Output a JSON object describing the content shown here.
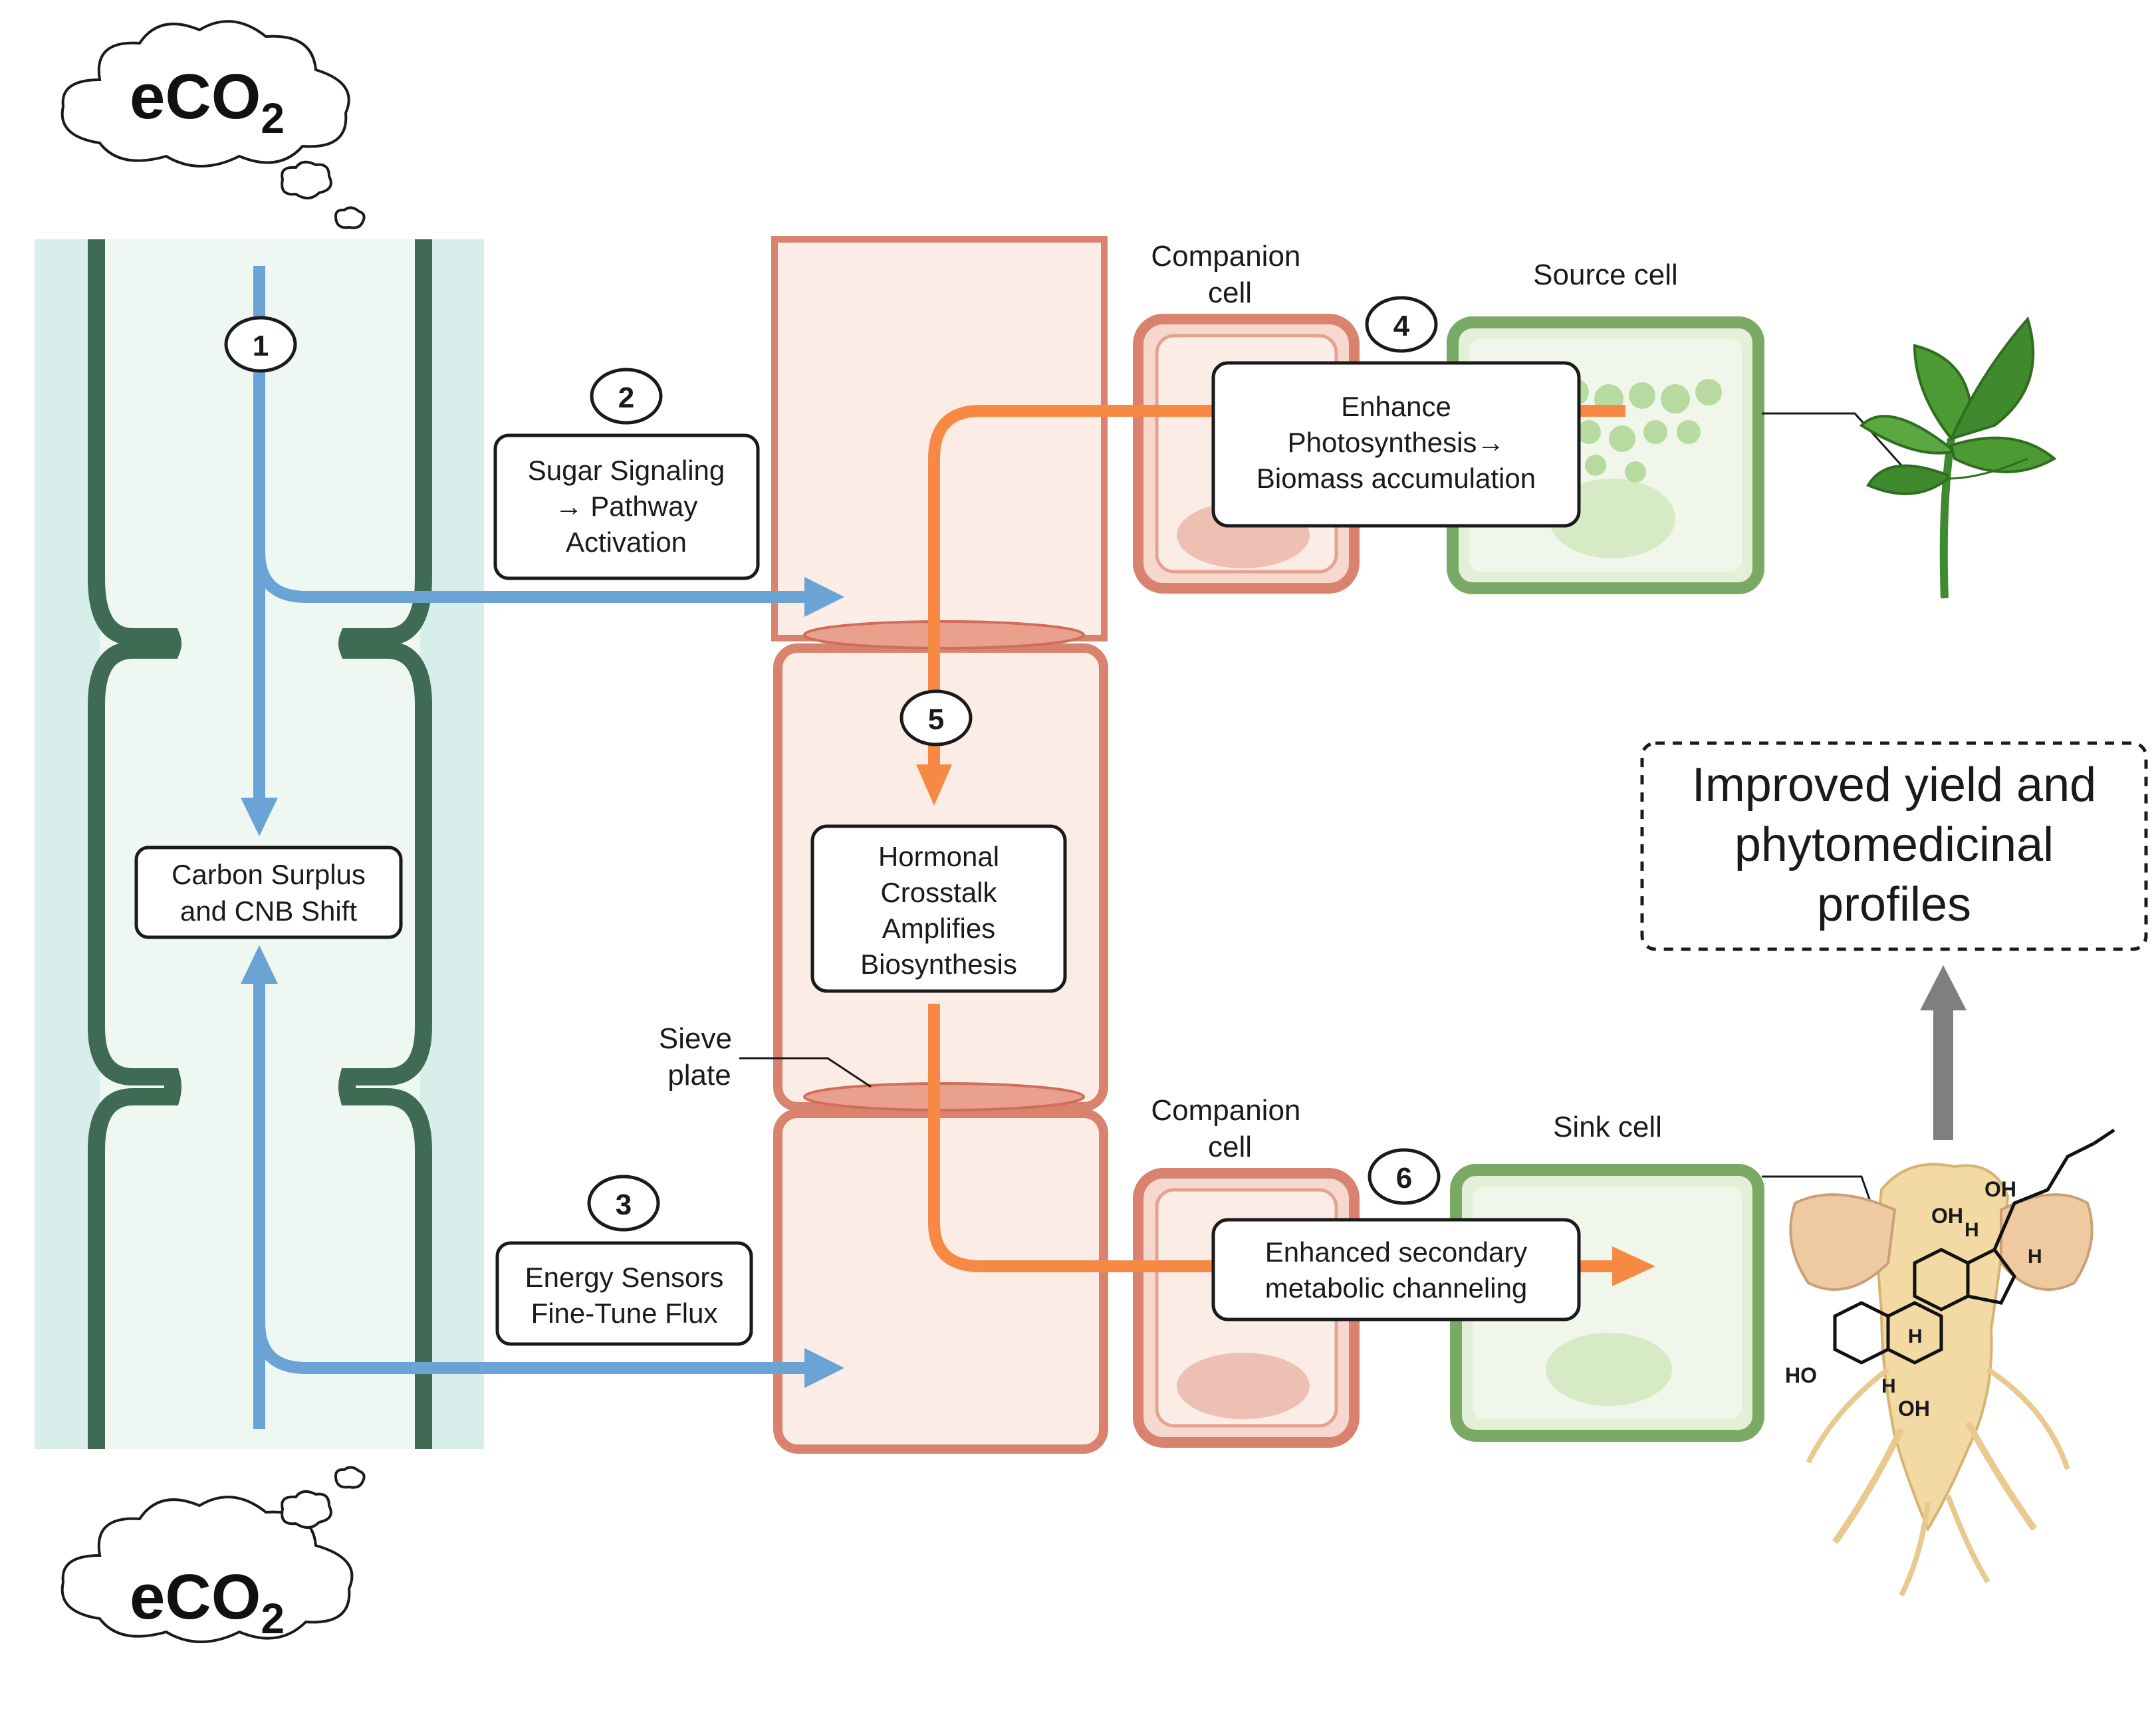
{
  "clouds": {
    "top_label": "eCO",
    "top_sub": "2",
    "bottom_label": "eCO",
    "bottom_sub": "2"
  },
  "steps": [
    "1",
    "2",
    "3",
    "4",
    "5",
    "6"
  ],
  "boxes": {
    "carbon_surplus": [
      "Carbon Surplus",
      "and CNB Shift"
    ],
    "sugar_signaling": [
      "Sugar Signaling",
      "→ Pathway",
      "Activation"
    ],
    "energy_sensors": [
      "Energy Sensors",
      "Fine-Tune Flux"
    ],
    "hormonal": [
      "Hormonal",
      "Crosstalk",
      "Amplifies",
      "Biosynthesis"
    ],
    "photosynthesis": [
      "Enhance",
      "Photosynthesis→",
      "Biomass accumulation"
    ],
    "secondary": [
      "Enhanced secondary",
      "metabolic channeling"
    ],
    "outcome": [
      "Improved yield and",
      "phytomedicinal",
      "profiles"
    ]
  },
  "labels": {
    "companion_top": [
      "Companion",
      "cell"
    ],
    "companion_bottom": [
      "Companion",
      "cell"
    ],
    "source_cell": "Source cell",
    "sink_cell": "Sink cell",
    "sieve_plate": [
      "Sieve",
      "plate"
    ],
    "chem_oh1": "OH",
    "chem_oh2": "OH",
    "chem_oh3": "OH",
    "chem_ho": "HO",
    "chem_h1": "H",
    "chem_h2": "H",
    "chem_h3": "H",
    "chem_h4": "H"
  },
  "colors": {
    "xylem_bg": "#d8eeea",
    "xylem_inner": "#eef7f2",
    "xylem_wall": "#3f6b55",
    "phloem_bg": "#fcece6",
    "phloem_wall": "#d9826e",
    "blue_arrow": "#6aa3d4",
    "orange_arrow": "#f68a45",
    "green_cell": "#7aa865",
    "grey_arrow": "#7f7f7f"
  }
}
